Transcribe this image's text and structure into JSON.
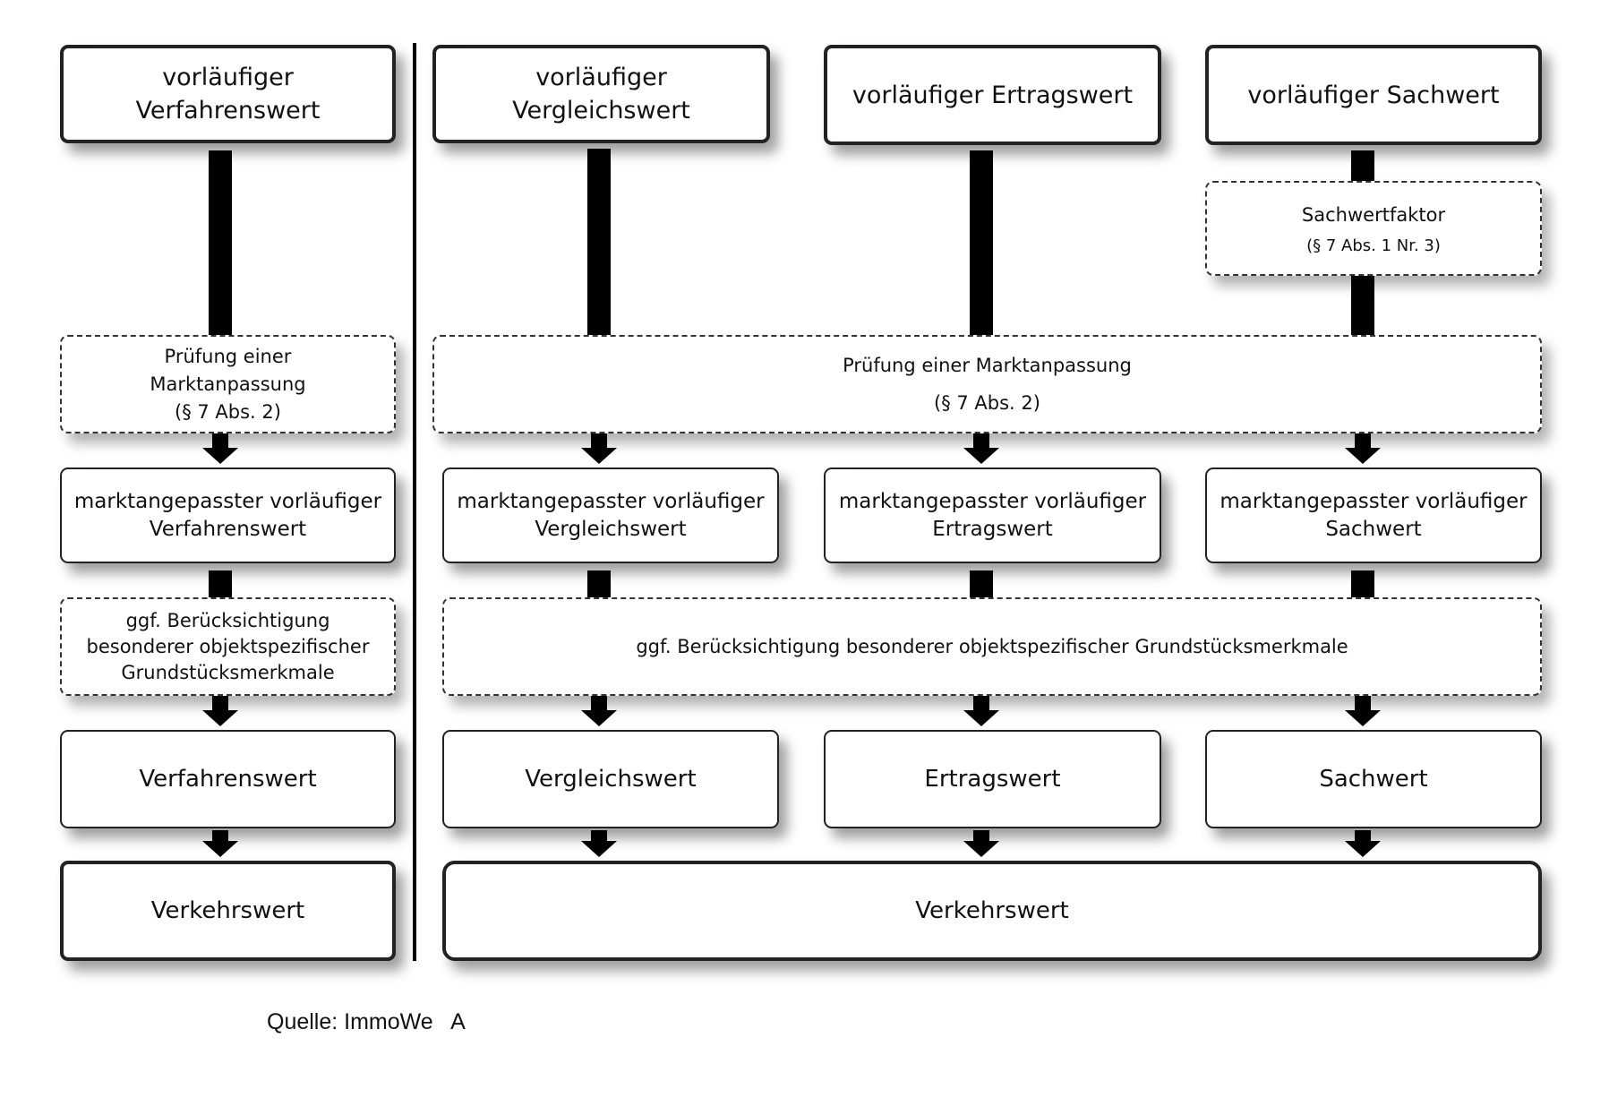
{
  "left_column": {
    "preliminary": [
      "vorläufiger",
      "Verfahrenswert"
    ],
    "market_check": [
      "Prüfung einer",
      "Marktanpassung",
      "(§ 7 Abs. 2)"
    ],
    "adjusted": [
      "marktangepasster vorläufiger",
      "Verfahrenswert"
    ],
    "special_features": [
      "ggf. Berücksichtigung",
      "besonderer objektspezifischer",
      "Grundstücksmerkmale"
    ],
    "final_method_value": "Verfahrenswert",
    "market_value": "Verkehrswert"
  },
  "right_columns": {
    "comparison": {
      "preliminary": [
        "vorläufiger",
        "Vergleichswert"
      ],
      "adjusted": [
        "marktangepasster vorläufiger",
        "Vergleichswert"
      ],
      "final": "Vergleichswert"
    },
    "income": {
      "preliminary": "vorläufiger Ertragswert",
      "adjusted": [
        "marktangepasster vorläufiger",
        "Ertragswert"
      ],
      "final": "Ertragswert"
    },
    "asset": {
      "preliminary": "vorläufiger Sachwert",
      "factor": [
        "Sachwertfaktor",
        "(§ 7 Abs. 1 Nr. 3)"
      ],
      "adjusted": [
        "marktangepasster vorläufiger",
        "Sachwert"
      ],
      "final": "Sachwert"
    },
    "market_check": [
      "Prüfung einer Marktanpassung",
      "(§ 7 Abs. 2)"
    ],
    "special_features": "ggf. Berücksichtigung besonderer objektspezifischer Grundstücksmerkmale",
    "market_value": "Verkehrswert"
  },
  "source": "Quelle: ImmoWe   A"
}
